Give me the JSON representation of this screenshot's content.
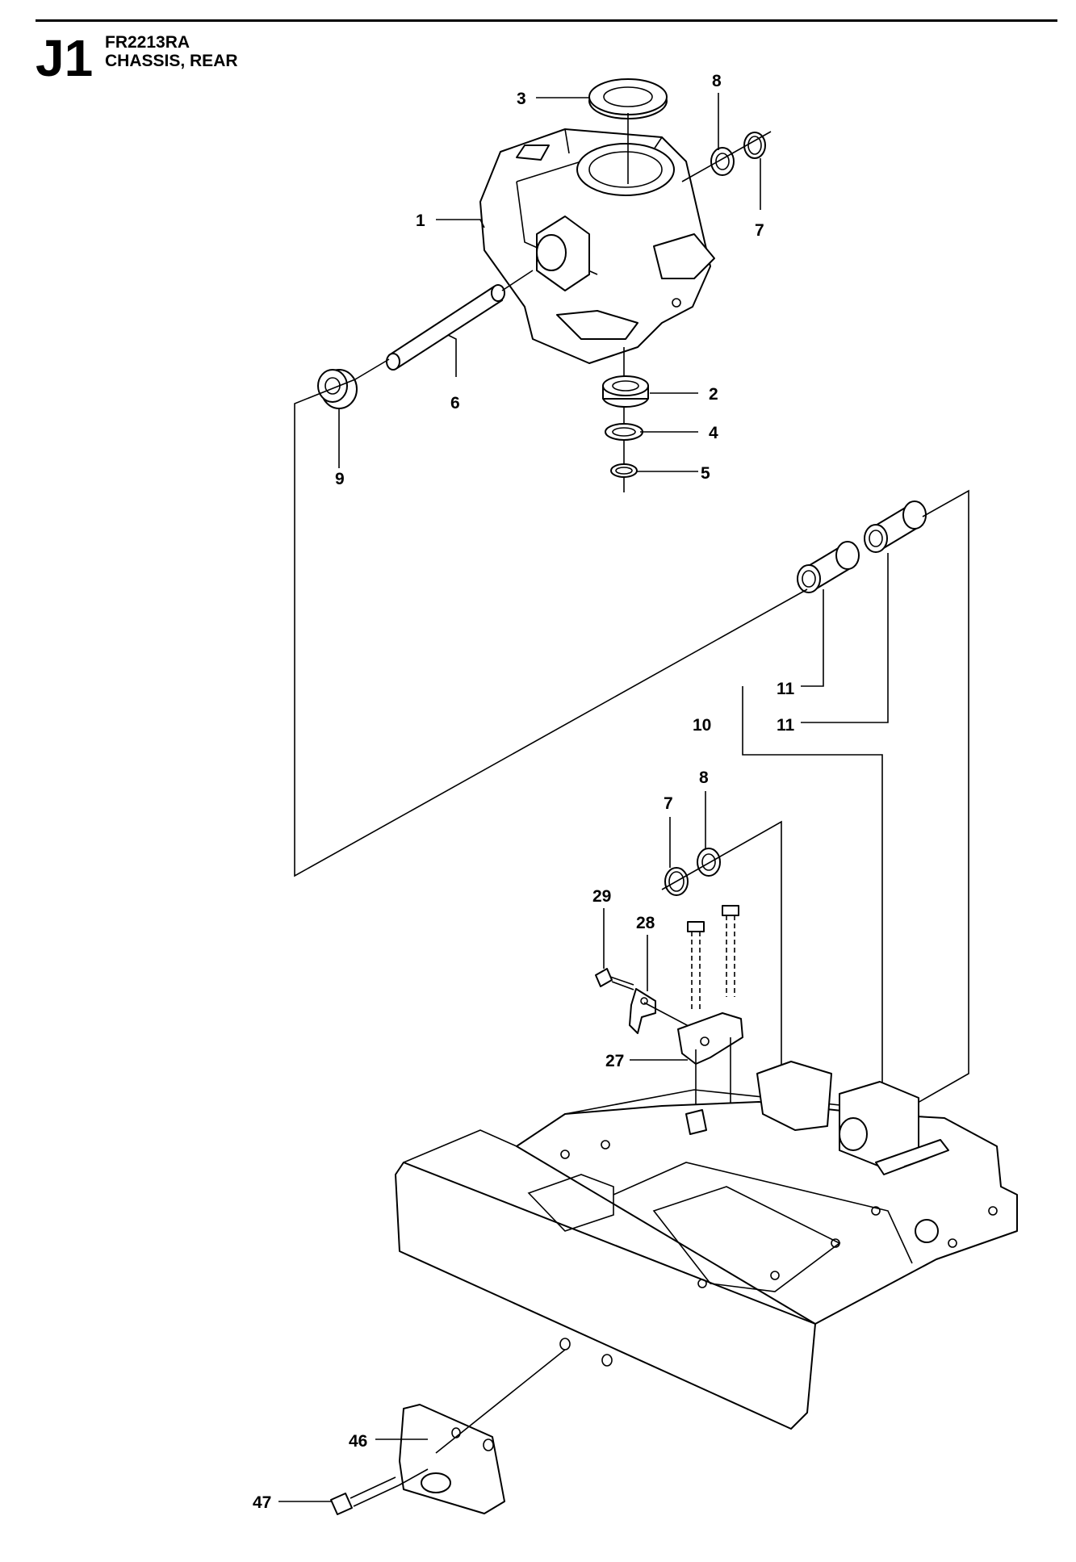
{
  "header": {
    "section_code": "J1",
    "model": "FR2213RA",
    "title": "CHASSIS, REAR"
  },
  "callouts": {
    "c1": "1",
    "c2": "2",
    "c3": "3",
    "c4": "4",
    "c5": "5",
    "c6": "6",
    "c7a": "7",
    "c7b": "7",
    "c8a": "8",
    "c8b": "8",
    "c9": "9",
    "c10": "10",
    "c11a": "11",
    "c11b": "11",
    "c27": "27",
    "c28": "28",
    "c29": "29",
    "c46": "46",
    "c47": "47"
  },
  "colors": {
    "line": "#000000",
    "background": "#ffffff"
  }
}
